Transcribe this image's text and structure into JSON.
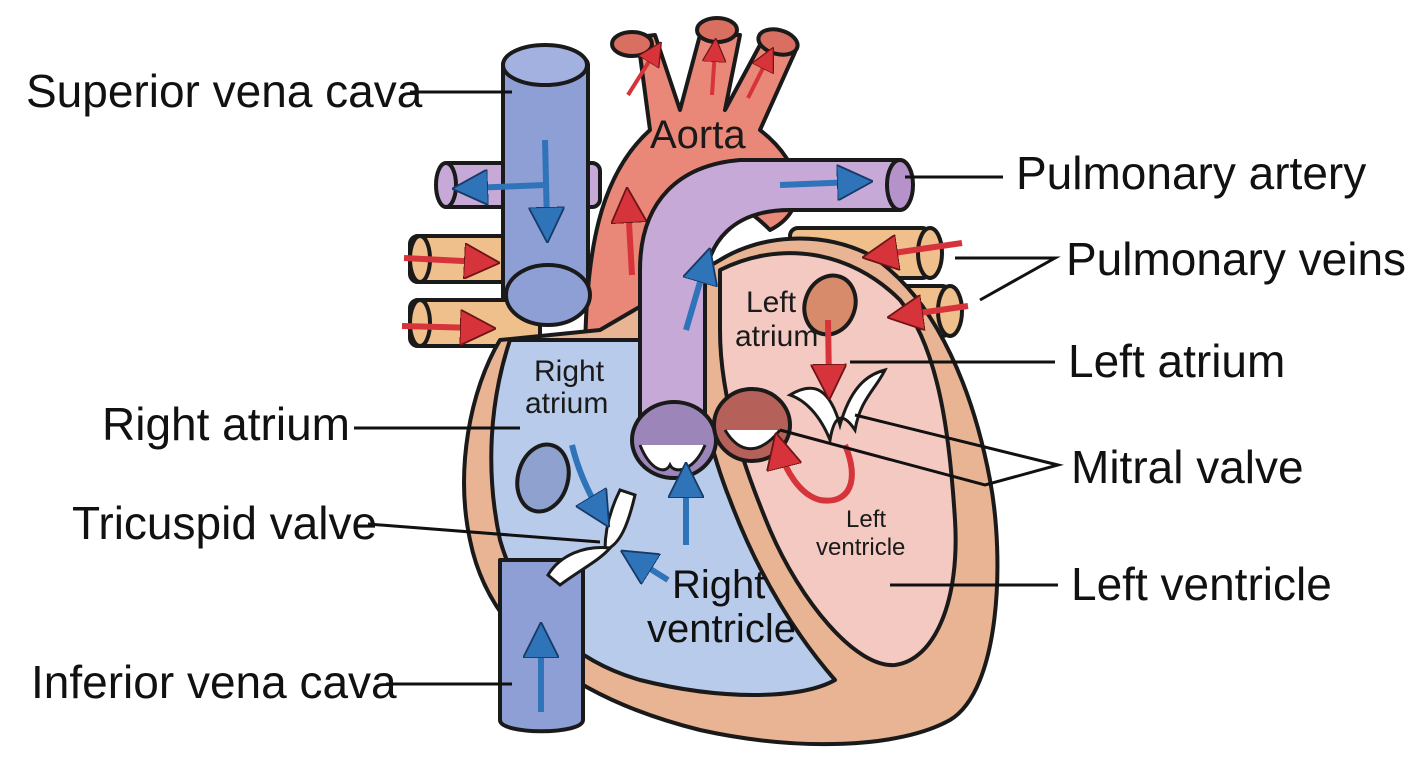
{
  "labels": {
    "superior_vena_cava": "Superior vena cava",
    "pulmonary_artery": "Pulmonary artery",
    "pulmonary_veins": "Pulmonary veins",
    "left_atrium": "Left atrium",
    "right_atrium": "Right atrium",
    "mitral_valve": "Mitral valve",
    "tricuspid_valve": "Tricuspid valve",
    "left_ventricle": "Left ventricle",
    "inferior_vena_cava": "Inferior vena cava"
  },
  "inner_labels": {
    "aorta": "Aorta",
    "right_atrium_line1": "Right",
    "right_atrium_line2": "atrium",
    "left_atrium_line1": "Left",
    "left_atrium_line2": "atrium",
    "left_ventricle_line1": "Left",
    "left_ventricle_line2": "ventricle",
    "right_ventricle_line1": "Right",
    "right_ventricle_line2": "ventricle"
  },
  "colors": {
    "deoxygenated_blue": "#b9cbea",
    "vena_cava": "#8e9fd6",
    "pulmonary_artery": "#c6a9d6",
    "aorta": "#e98878",
    "pulmonary_veins": "#efbf8c",
    "left_chambers": "#f4c9c1",
    "heart_wall": "#e8b493",
    "blue_arrow": "#2f73b8",
    "red_arrow": "#d6343a"
  }
}
